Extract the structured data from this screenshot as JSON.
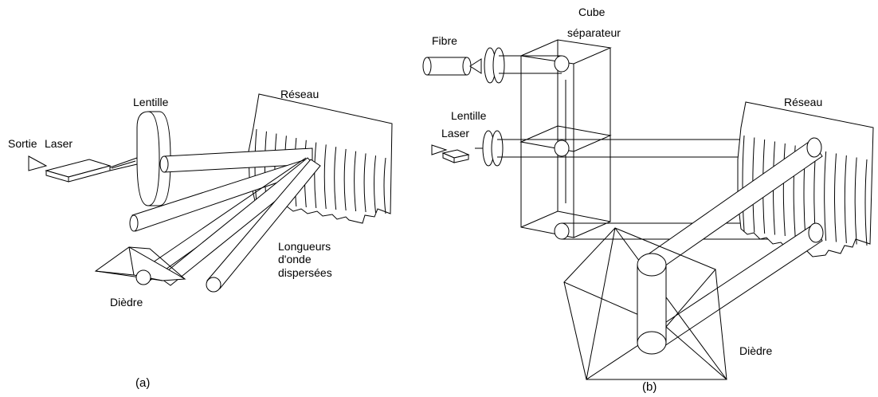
{
  "panel_a": {
    "caption": "(a)",
    "labels": {
      "sortie": "Sortie",
      "laser": "Laser",
      "lentille": "Lentille",
      "reseau": "Réseau",
      "longueurs_1": "Longueurs",
      "longueurs_2": "d'onde",
      "longueurs_3": "dispersées",
      "diedre": "Dièdre"
    }
  },
  "panel_b": {
    "caption": "(b)",
    "labels": {
      "cube_1": "Cube",
      "cube_2": "séparateur",
      "fibre": "Fibre",
      "lentille": "Lentille",
      "laser": "Laser",
      "reseau": "Réseau",
      "diedre": "Dièdre"
    }
  },
  "colors": {
    "line": "#000000",
    "background": "#ffffff"
  }
}
